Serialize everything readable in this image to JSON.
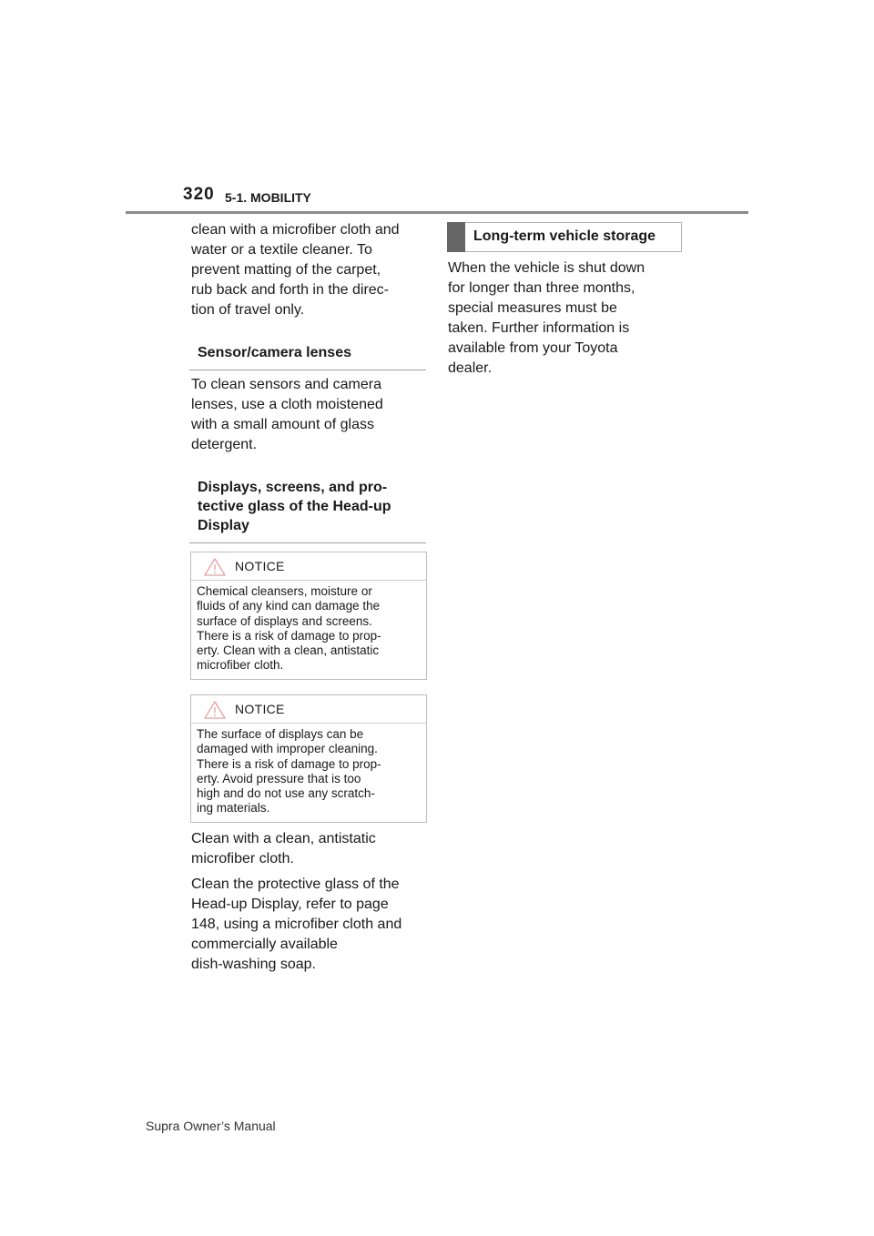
{
  "header": {
    "page_number": "320",
    "section_title": "5-1. MOBILITY"
  },
  "left_column": {
    "intro_lines": [
      "clean with a microfiber cloth and",
      "water or a textile cleaner. To",
      "prevent matting of the carpet,",
      "rub back and forth in the direc-",
      "tion of travel only."
    ],
    "sensor_heading": "Sensor/camera lenses",
    "sensor_lines": [
      "To clean sensors and camera",
      "lenses, use a cloth moistened",
      "with a small amount of glass",
      "detergent."
    ],
    "displays_heading_lines": [
      "Displays, screens, and pro-",
      "tective glass of the Head-up",
      "Display"
    ],
    "notice_1": {
      "label": "NOTICE",
      "lines": [
        "Chemical cleansers, moisture or",
        "fluids of any kind can damage the",
        "surface of displays and screens.",
        "There is a risk of damage to prop-",
        "erty. Clean with a clean, antistatic",
        "microfiber cloth."
      ]
    },
    "notice_2": {
      "label": "NOTICE",
      "lines": [
        "The surface of displays can be",
        "damaged with improper cleaning.",
        "There is a risk of damage to prop-",
        "erty. Avoid pressure that is too",
        "high and do not use any scratch-",
        "ing materials."
      ]
    },
    "clean_lines": [
      "Clean with a clean, antistatic",
      "microfiber cloth."
    ],
    "hud_lines": [
      "Clean the protective glass of the",
      "Head-up Display, refer to page",
      "148, using a microfiber cloth and",
      "commercially available",
      "dish-washing soap."
    ]
  },
  "right_column": {
    "storage_heading": "Long-term vehicle storage",
    "storage_lines": [
      "When the vehicle is shut down",
      "for longer than three months,",
      "special measures must be",
      "taken. Further information is",
      "available from your Toyota",
      "dealer."
    ]
  },
  "footer": {
    "manual_title": "Supra Owner’s Manual"
  },
  "icons": {
    "notice_icon": "warning-triangle-icon"
  }
}
